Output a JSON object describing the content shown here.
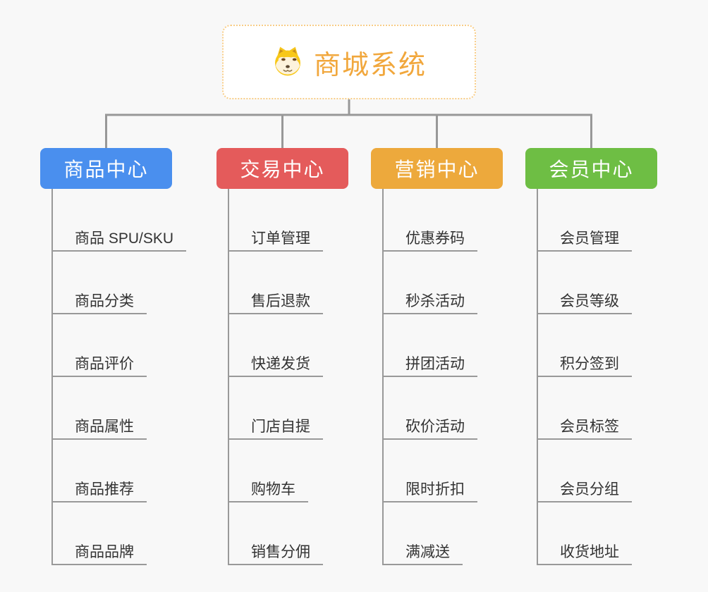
{
  "root": {
    "label": "商城系统",
    "icon": "doge-icon",
    "text_color": "#F1A73C",
    "border_color": "#F8CD87"
  },
  "branches": [
    {
      "id": "product-center",
      "label": "商品中心",
      "color": "#4A8FEE",
      "items": [
        "商品 SPU/SKU",
        "商品分类",
        "商品评价",
        "商品属性",
        "商品推荐",
        "商品品牌"
      ]
    },
    {
      "id": "trade-center",
      "label": "交易中心",
      "color": "#E45B5B",
      "items": [
        "订单管理",
        "售后退款",
        "快递发货",
        "门店自提",
        "购物车",
        "销售分佣"
      ]
    },
    {
      "id": "marketing-center",
      "label": "营销中心",
      "color": "#EDA93C",
      "items": [
        "优惠券码",
        "秒杀活动",
        "拼团活动",
        "砍价活动",
        "限时折扣",
        "满减送"
      ]
    },
    {
      "id": "member-center",
      "label": "会员中心",
      "color": "#6EBE44",
      "items": [
        "会员管理",
        "会员等级",
        "积分签到",
        "会员标签",
        "会员分组",
        "收货地址"
      ]
    }
  ],
  "colors": {
    "background": "#F8F8F8",
    "connector": "#989898",
    "underline": "#999999",
    "item_text": "#333333",
    "node_text": "#FFFFFF"
  }
}
